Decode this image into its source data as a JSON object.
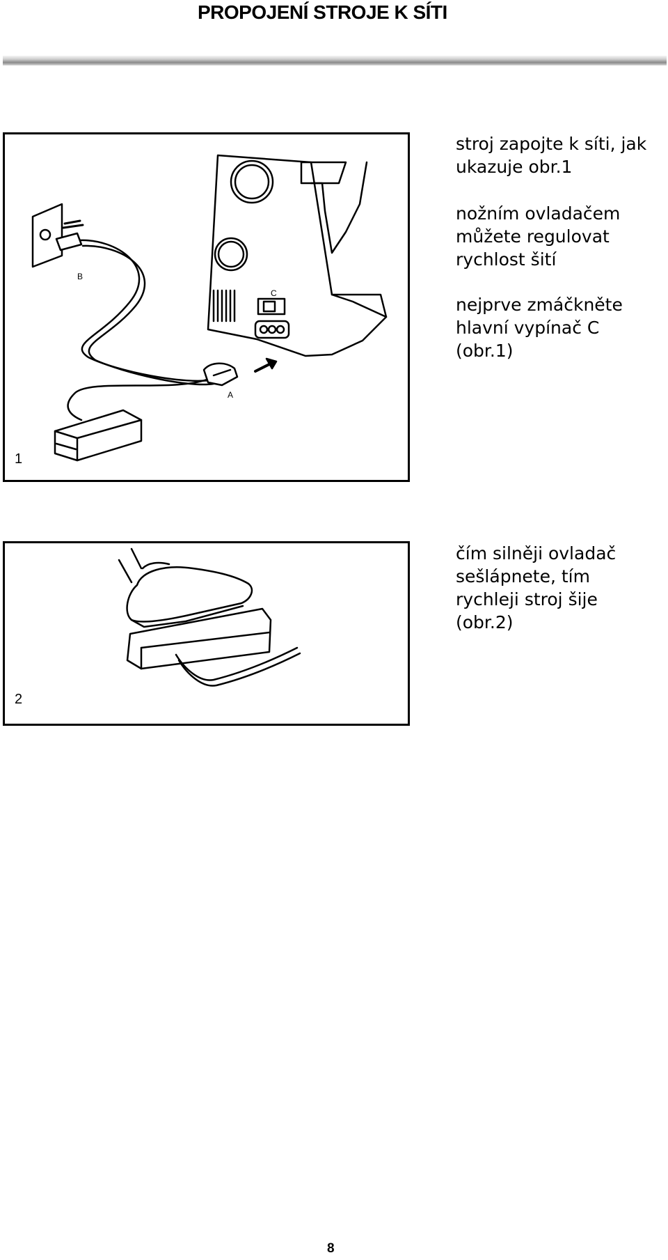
{
  "page": {
    "title": "PROPOJENÍ STROJE K SÍTI",
    "page_number": "8"
  },
  "figure1": {
    "number": "1",
    "labels": {
      "a": "A",
      "b": "B",
      "c": "C"
    }
  },
  "figure2": {
    "number": "2"
  },
  "text": {
    "p1": "stroj zapojte k síti, jak\nukazuje obr.1",
    "p2": "nožním ovladačem\nmůžete regulovat\nrychlost šití",
    "p3": "nejprve zmáčkněte\nhlavní vypínač C\n(obr.1)",
    "p4": "čím silněji ovladač\nsešlápnete, tím\nrychleji stroj šije\n(obr.2)"
  }
}
